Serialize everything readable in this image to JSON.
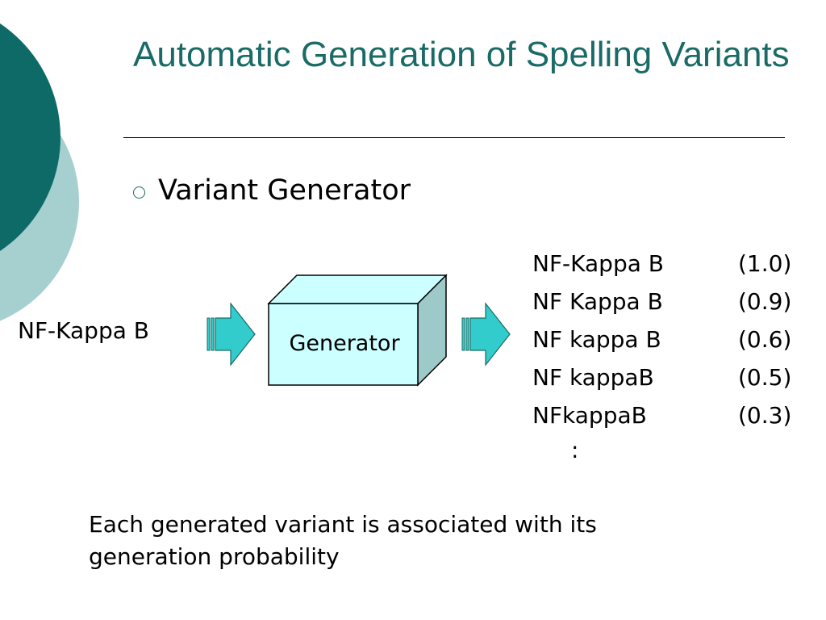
{
  "slide": {
    "title": "Automatic Generation of Spelling Variants",
    "bullet": "Variant Generator",
    "input_label": "NF-Kappa B",
    "generator_label": "Generator",
    "variants": [
      {
        "name": "NF-Kappa B",
        "probability": "(1.0)"
      },
      {
        "name": "NF Kappa B",
        "probability": "(0.9)"
      },
      {
        "name": "NF kappa B",
        "probability": "(0.6)"
      },
      {
        "name": "NF kappaB",
        "probability": "(0.5)"
      },
      {
        "name": "NFkappaB",
        "probability": "(0.3)"
      }
    ],
    "ellipsis": ":",
    "note": "Each generated variant is associated with its generation probability"
  },
  "colors": {
    "title": "#1a6b66",
    "dark_teal": "#0e6a66",
    "light_teal": "#a6cfd0",
    "box_front": "#ccffff",
    "box_side": "#9ec9c9",
    "arrow": "#33cccc"
  }
}
